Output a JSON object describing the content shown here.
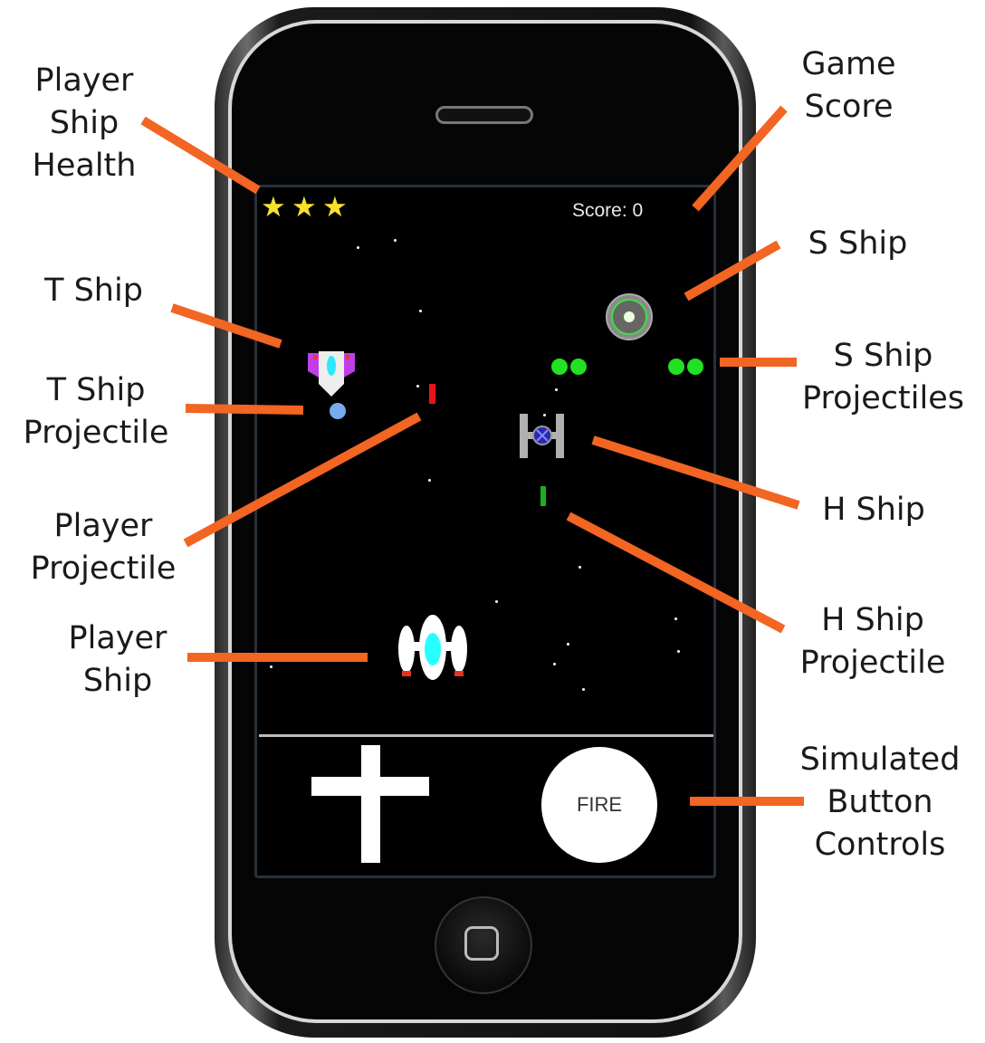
{
  "labels": {
    "player_ship_health": "Player\nShip\nHealth",
    "game_score": "Game\nScore",
    "s_ship": "S Ship",
    "t_ship": "T Ship",
    "s_ship_projectiles": "S Ship\nProjectiles",
    "t_ship_projectile": "T Ship\nProjectile",
    "player_projectile": "Player\nProjectile",
    "h_ship": "H Ship",
    "h_ship_projectile": "H Ship\nProjectile",
    "player_ship": "Player\nShip",
    "simulated_button_controls": "Simulated\nButton\nControls"
  },
  "game": {
    "score_text": "Score: 0",
    "health_stars": 3,
    "fire_label": "FIRE"
  },
  "colors": {
    "leader_line": "#f26522",
    "health_star": "#f5e12b",
    "s_projectile": "#22e022",
    "player_projectile": "#e8141c",
    "t_projectile": "#78aaf0"
  }
}
